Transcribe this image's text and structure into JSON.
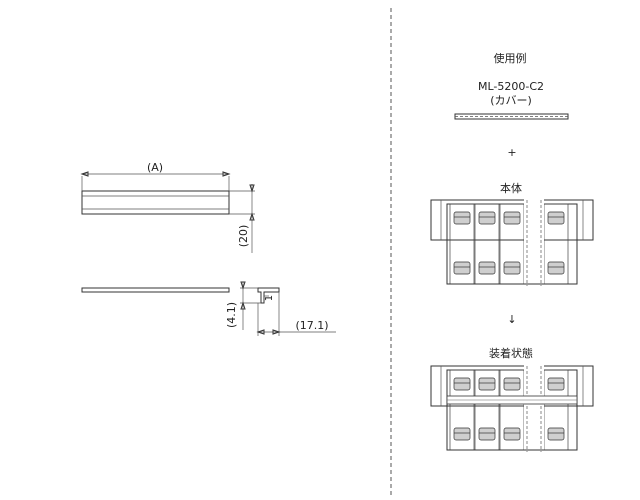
{
  "left_view": {
    "dim_a": "(A)",
    "dim_20": "(20)",
    "dim_41": "(4.1)",
    "dim_1": "1",
    "dim_171": "(17.1)"
  },
  "right_view": {
    "usage_example": "使用例",
    "part_number": "ML-5200-C2",
    "cover": "(カバー)",
    "plus": "+",
    "body": "本体",
    "arrow": "↓",
    "installed_state": "装着状態"
  }
}
